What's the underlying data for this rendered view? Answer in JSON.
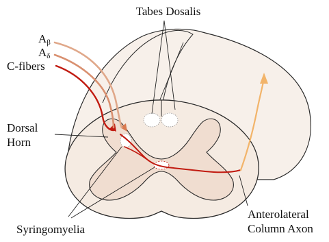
{
  "labels": {
    "tabes": "Tabes Dosalis",
    "a_beta_main": "A",
    "a_beta_sub": "β",
    "a_delta_main": "A",
    "a_delta_sub": "δ",
    "c_fibers": "C-fibers",
    "dorsal": "Dorsal",
    "horn": "Horn",
    "antero": "Anterolateral",
    "column": "Column Axon",
    "syringomyelia": "Syringomyelia"
  },
  "colors": {
    "outline": "#2a2a2a",
    "cord_fill": "#f5ebe2",
    "gray_fill": "#f0ddd0",
    "column_fill": "#f7f0ea",
    "a_beta_fiber": "#e0a88a",
    "a_delta_fiber": "#d99070",
    "c_fiber": "#c11a10",
    "ascending_fiber": "#f2b46a"
  }
}
